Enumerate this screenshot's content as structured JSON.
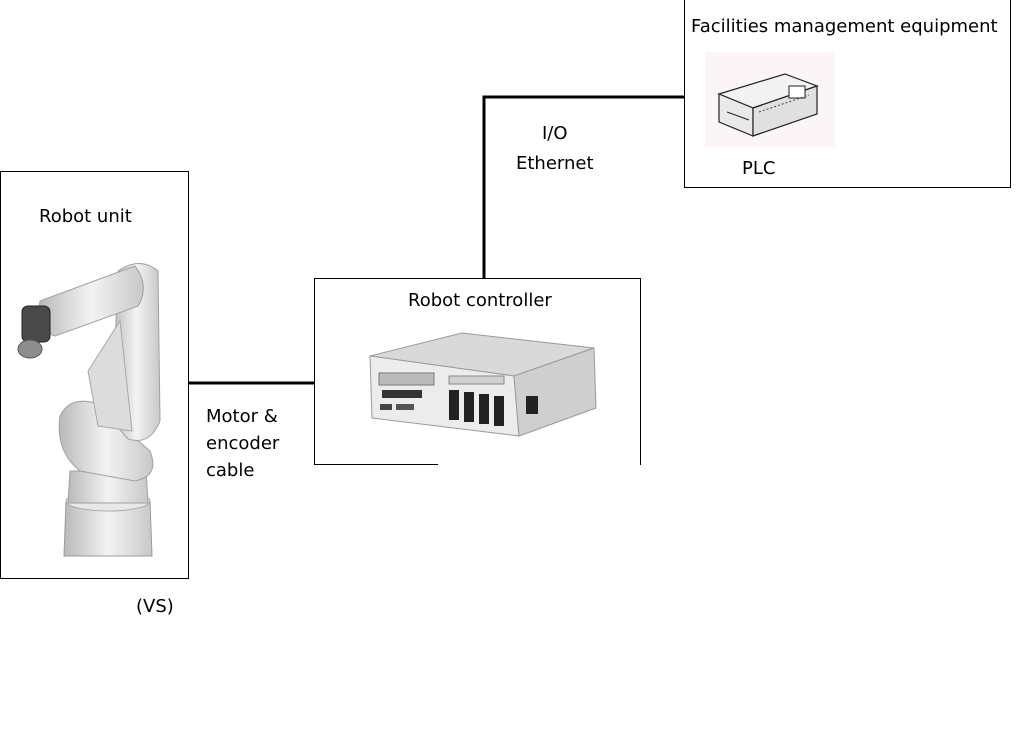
{
  "robot_unit": {
    "title": "Robot unit",
    "model": "(VS)"
  },
  "robot_controller": {
    "title": "Robot controller"
  },
  "facilities": {
    "title": "Facilities management equipment",
    "device_label": "PLC"
  },
  "links": {
    "motor_cable": [
      "Motor &",
      "encoder",
      "cable"
    ],
    "io_ethernet": [
      "I/O",
      "Ethernet"
    ]
  }
}
